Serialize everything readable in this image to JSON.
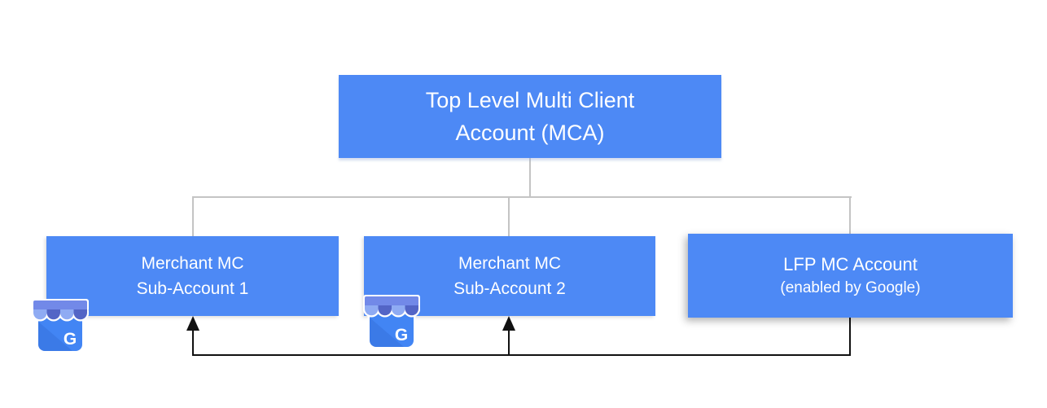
{
  "diagram": {
    "title_node": {
      "line1": "Top Level Multi Client",
      "line2": "Account (MCA)"
    },
    "child_nodes": [
      {
        "line1": "Merchant MC",
        "line2": "Sub-Account 1",
        "icon": "google-my-business-icon"
      },
      {
        "line1": "Merchant MC",
        "line2": "Sub-Account 2",
        "icon": "google-my-business-icon"
      },
      {
        "line1": "LFP MC Account",
        "line2": "(enabled by Google)"
      }
    ],
    "icon": {
      "letter": "G"
    },
    "colors": {
      "node_blue": "#4d89f5",
      "connector_gray": "#c4c4c4",
      "arrow_black": "#111111",
      "text_white": "#ffffff",
      "icon_body_blue": "#4285f4",
      "icon_fold_blue": "#1b47a8",
      "awning_band_blue": "#7289e8",
      "awning_light_blue": "#8fabf3",
      "awning_dark_blue": "#5365c6"
    }
  }
}
